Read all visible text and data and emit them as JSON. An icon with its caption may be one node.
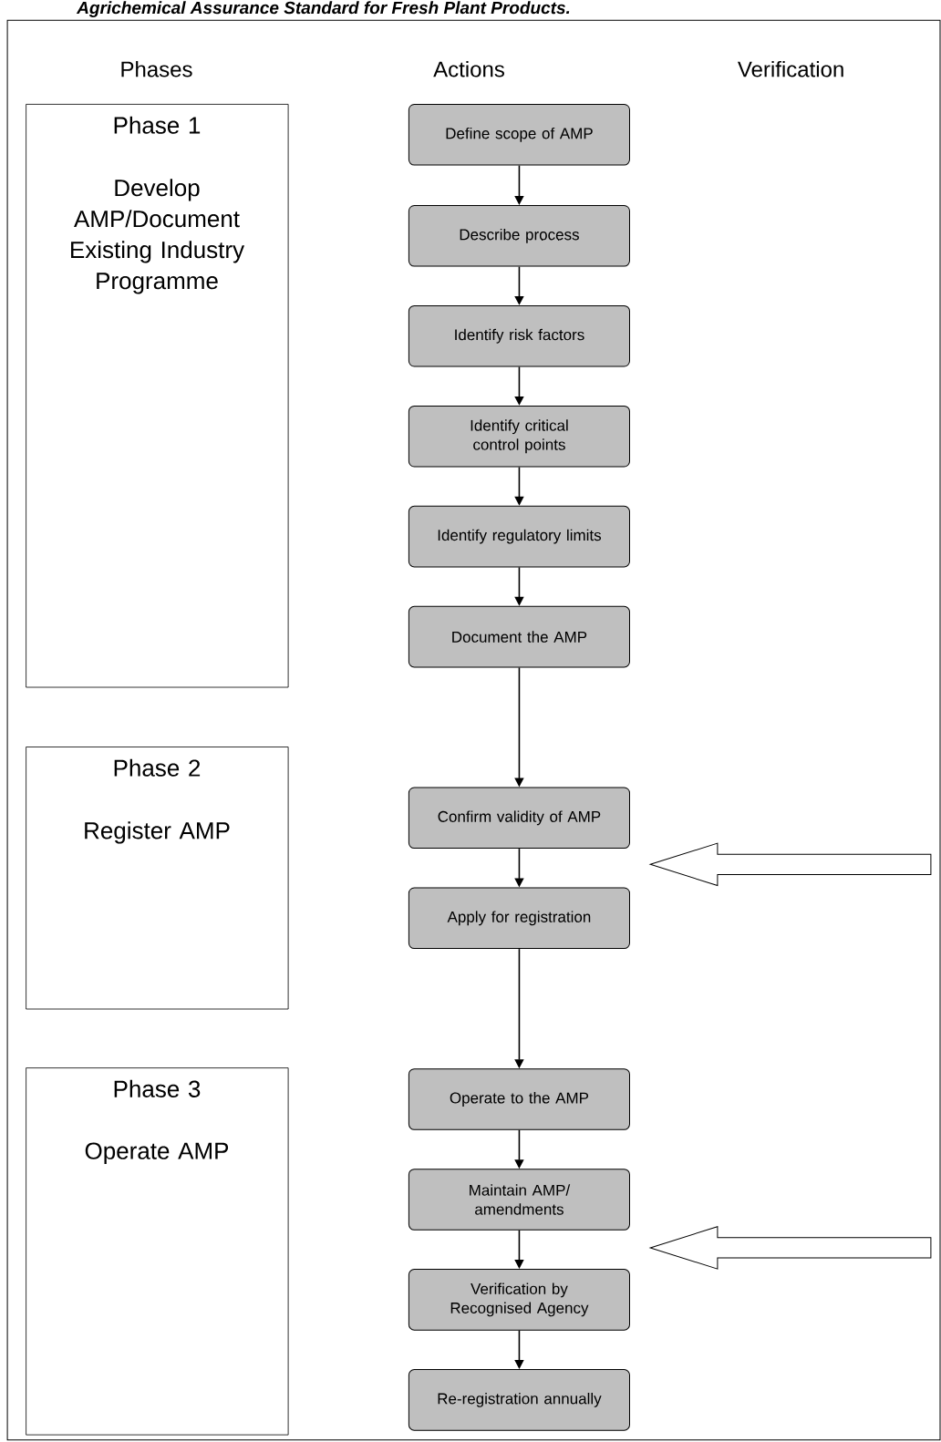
{
  "diagram": {
    "title": "Agrichemical Assurance Standard for Fresh Plant Products.",
    "nodes": [
      {
        "text": [
          "Phase 1",
          "Develop AMP/Document Existing Industry Programme"
        ]
      },
      {
        "text": [
          "Define scope of AMP"
        ]
      },
      {
        "text": [
          "Describe process"
        ]
      },
      {
        "text": [
          "Identify risk factors"
        ]
      },
      {
        "text": [
          "Identify critical control points"
        ]
      },
      {
        "text": [
          "Identify regulatory limits"
        ]
      },
      {
        "text": [
          "Document the AMP"
        ]
      },
      {
        "text": [
          "Phase 2",
          "Register AMP"
        ]
      },
      {
        "text": [
          "Confirm validity of AMP"
        ]
      },
      {
        "text": [
          "Apply for registration"
        ]
      },
      {
        "text": [
          "Phase 3",
          "Operate AMP"
        ]
      },
      {
        "text": [
          "Operate to the AMP"
        ]
      },
      {
        "text": [
          "Maintain AMP/ amendments"
        ]
      },
      {
        "text": [
          "Verification by Recognised Agency"
        ]
      },
      {
        "text": [
          "Re-registration annually"
        ]
      }
    ],
    "edges": [
      {
        "from": 1,
        "to": 2,
        "arrow": "to"
      },
      {
        "from": 2,
        "to": 3,
        "arrow": "to"
      },
      {
        "from": 3,
        "to": 4,
        "arrow": "to"
      },
      {
        "from": 4,
        "to": 5,
        "arrow": "to"
      },
      {
        "from": 5,
        "to": 6,
        "arrow": "to"
      },
      {
        "from": 6,
        "to": 8,
        "arrow": "to"
      },
      {
        "from": 8,
        "to": 9,
        "arrow": "to"
      },
      {
        "from": 9,
        "to": 11,
        "arrow": "to"
      },
      {
        "from": 11,
        "to": 12,
        "arrow": "to"
      },
      {
        "from": 12,
        "to": 13,
        "arrow": "to"
      },
      {
        "from": 13,
        "to": 14,
        "arrow": "to"
      },
      {
        "from": null,
        "to": 8,
        "arrow": "to"
      },
      {
        "from": null,
        "to": 12,
        "arrow": "to"
      }
    ],
    "labels": [
      "Phases",
      "Actions",
      "Verification"
    ]
  }
}
